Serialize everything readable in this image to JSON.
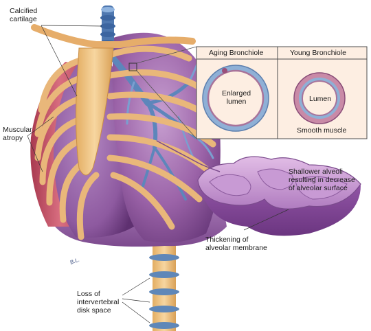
{
  "labels": {
    "calcified_cartilage": "Calcified\ncartilage",
    "muscular_atropy": "Muscular\natropy",
    "aging_bronchiole": "Aging Bronchiole",
    "young_bronchiole": "Young Bronchiole",
    "enlarged_lumen": "Enlarged\nlumen",
    "lumen": "Lumen",
    "smooth_muscle": "Smooth muscle",
    "shallower_alveoli": "Shallower alveoli\nresulting in decrease\nof alveolar surface",
    "thickening_membrane": "Thickening of\nalveolar membrane",
    "disk_space": "Loss of\nintervertebral\ndisk space",
    "signature": "B.L."
  }
}
